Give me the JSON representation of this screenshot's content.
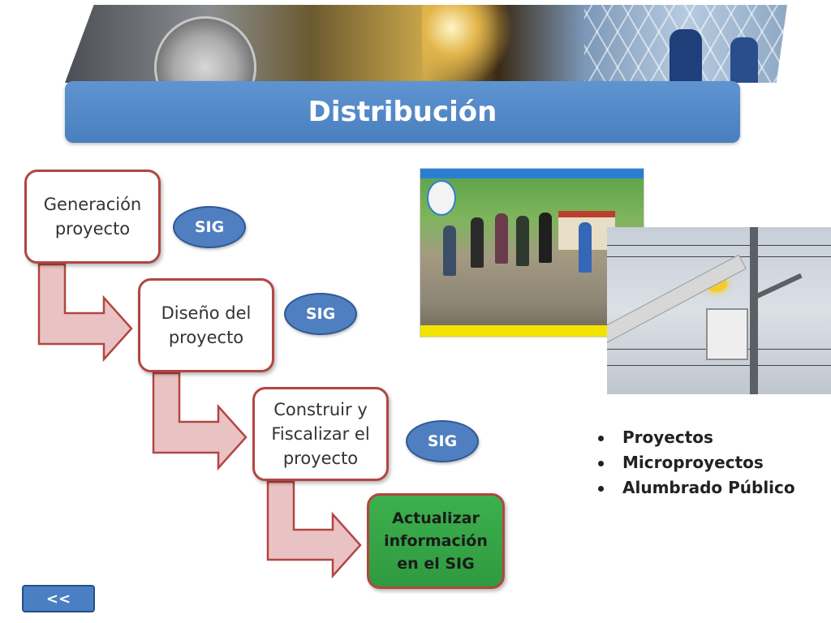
{
  "header": {
    "title": "Distribución"
  },
  "flow": {
    "steps": [
      {
        "label": "Generación\nproyecto"
      },
      {
        "label": "Diseño del\nproyecto"
      },
      {
        "label": "Construir y\nFiscalizar  el\nproyecto"
      },
      {
        "label": "Actualizar\ninformación\nen el SIG"
      }
    ],
    "sig_badges": [
      "SIG",
      "SIG",
      "SIG"
    ]
  },
  "bullets": [
    "Proyectos",
    "Microproyectos",
    "Alumbrado Público"
  ],
  "nav": {
    "back_label": "<<"
  },
  "colors": {
    "title_bar": "#4a7fbf",
    "step_border": "#b24642",
    "final_step": "#3cb04d",
    "sig_badge": "#4f7fc0",
    "arrow_fill": "#e9c3c3"
  }
}
